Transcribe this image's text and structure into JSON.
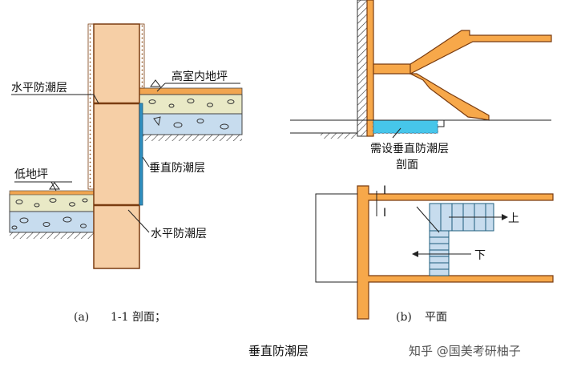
{
  "labels": {
    "high_floor": "高室内地坪",
    "horizontal_top": "水平防潮层",
    "low_floor": "低地坪",
    "vertical": "垂直防潮层",
    "horizontal_bottom": "水平防潮层",
    "need_vertical": "需设垂直防潮层",
    "section": "剖面",
    "up": "上",
    "down": "下",
    "section_mark_1": "I",
    "section_mark_2": "I"
  },
  "captions": {
    "a_letter": "(a)",
    "a_text": "1-1 剖面；",
    "b_letter": "(b)",
    "b_text": "平面"
  },
  "title": "垂直防潮层",
  "watermark": "知乎 @国美考研柚子",
  "colors": {
    "wall": "#f6cfa6",
    "wall_stroke": "#7a3c10",
    "stair": "#f7a84a",
    "concrete": "#e9e9c6",
    "soil": "#c7dcee",
    "membrane": "#2f8fbf",
    "water": "#46c6ea",
    "earth": "#f1a550"
  }
}
